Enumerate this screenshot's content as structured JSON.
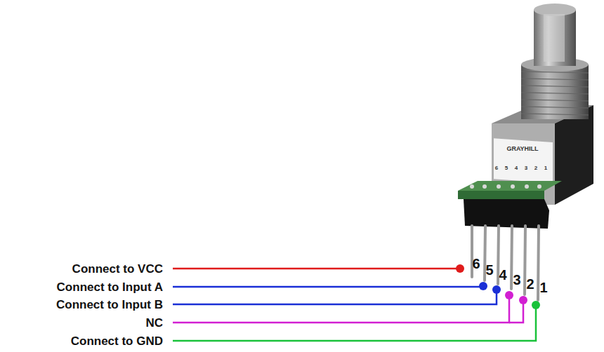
{
  "diagram": {
    "labels": [
      "Connect to VCC",
      "Connect to Input A",
      "Connect to Input B",
      "NC",
      "Connect to GND",
      "6",
      "5",
      "4",
      "3",
      "2",
      "1",
      "GRAYHILL",
      "6",
      "5",
      "4",
      "3",
      "2",
      "1"
    ]
  }
}
